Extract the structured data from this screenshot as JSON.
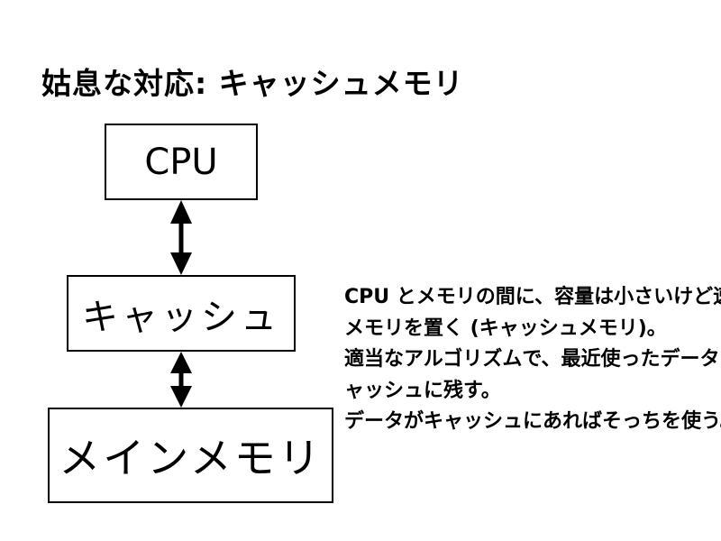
{
  "title": "姑息な対応: キャッシュメモリ",
  "diagram": {
    "cpu_label": "CPU",
    "cache_label": "キャッシュ",
    "main_memory_label": "メインメモリ"
  },
  "description": {
    "paragraphs": [
      "CPU とメモリの間に、容量は小さいけど速いメモリを置く (キャッシュメモリ)。",
      "適当なアルゴリズムで、最近使ったデータをキャッシュに残す。",
      "データがキャッシュにあればそっちを使う。"
    ]
  }
}
